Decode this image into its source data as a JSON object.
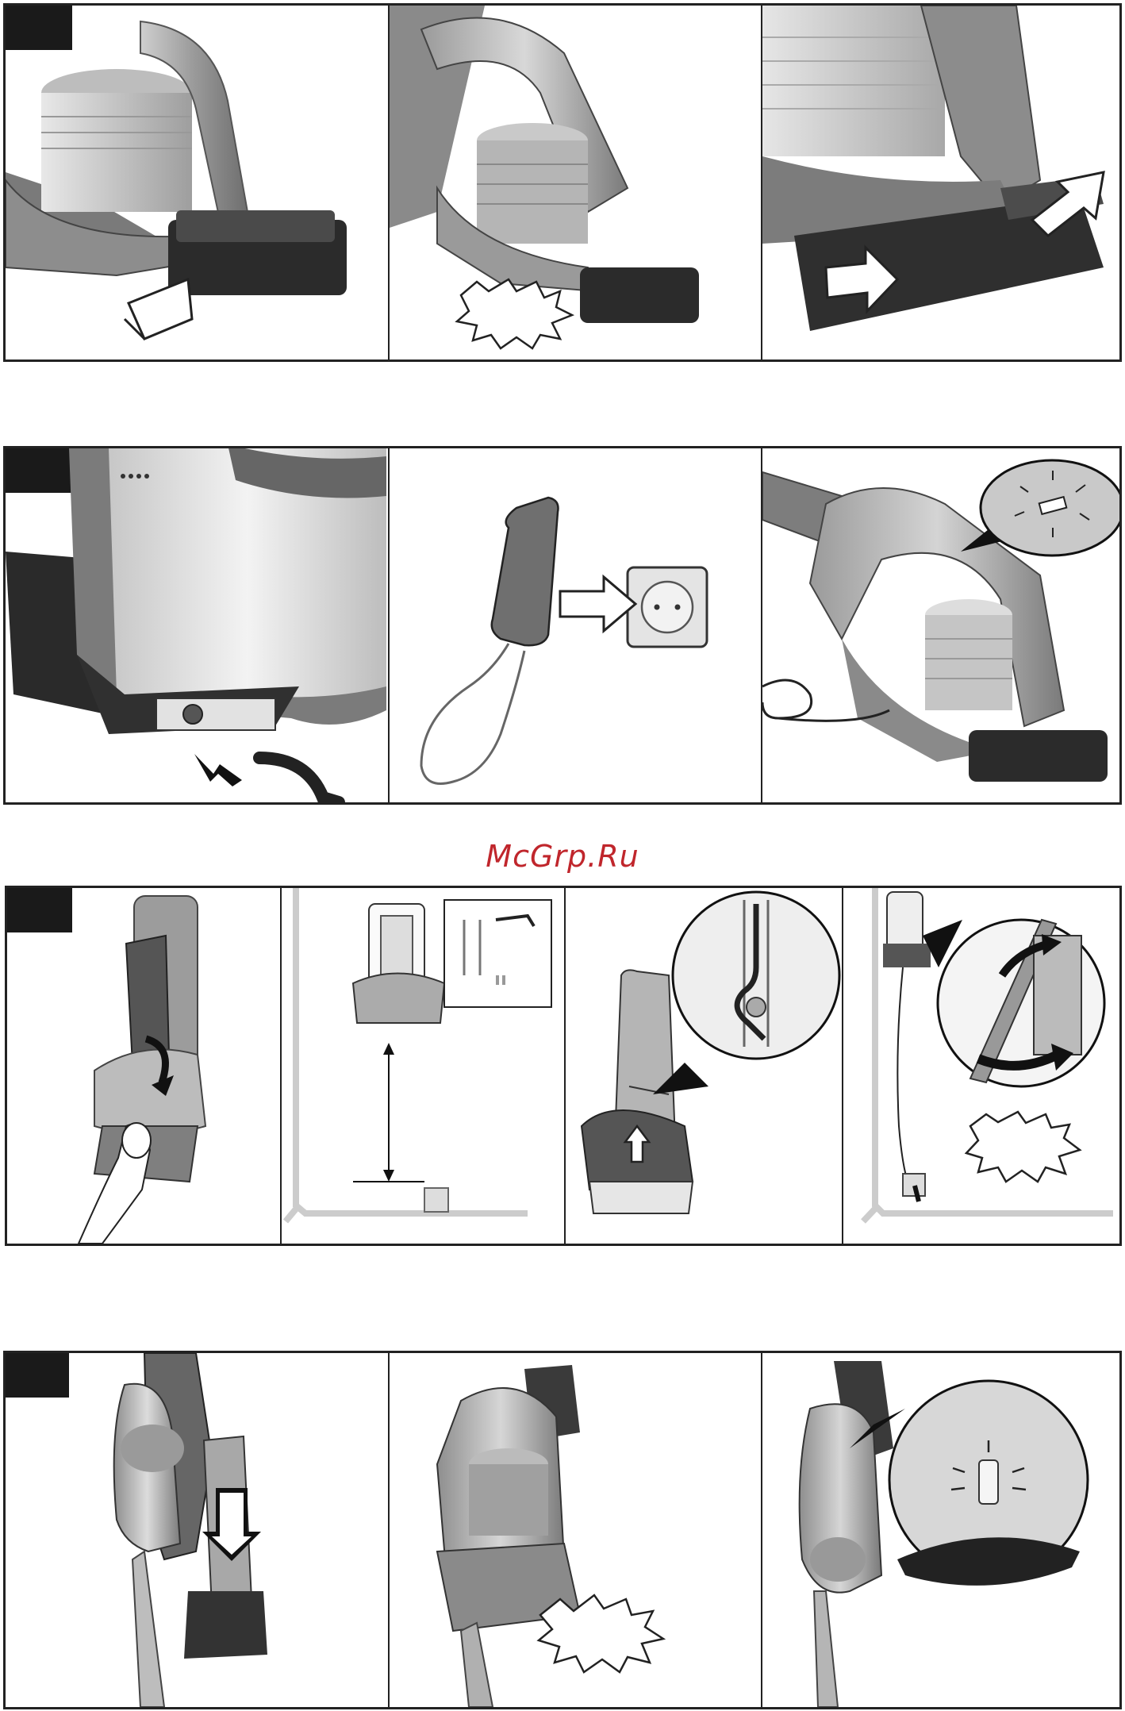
{
  "watermark": {
    "text": "McGrp.Ru"
  },
  "steps": [
    {
      "name": "battery-installation",
      "panels": [
        "battery-slide-in",
        "battery-click",
        "battery-release-buttons"
      ]
    },
    {
      "name": "charging",
      "panels": [
        "charger-connector",
        "plug-into-socket",
        "charging-indicator"
      ]
    },
    {
      "name": "wall-mount",
      "panels": [
        "holder-separate",
        "holder-drill-screw",
        "cable-routing",
        "holder-attach-click"
      ]
    },
    {
      "name": "parking",
      "panels": [
        "insert-into-holder",
        "holder-click",
        "indicator-light"
      ]
    }
  ],
  "colors": {
    "frame": "#222222",
    "tag": "#1a1a1a",
    "watermark": "#c0262c"
  }
}
